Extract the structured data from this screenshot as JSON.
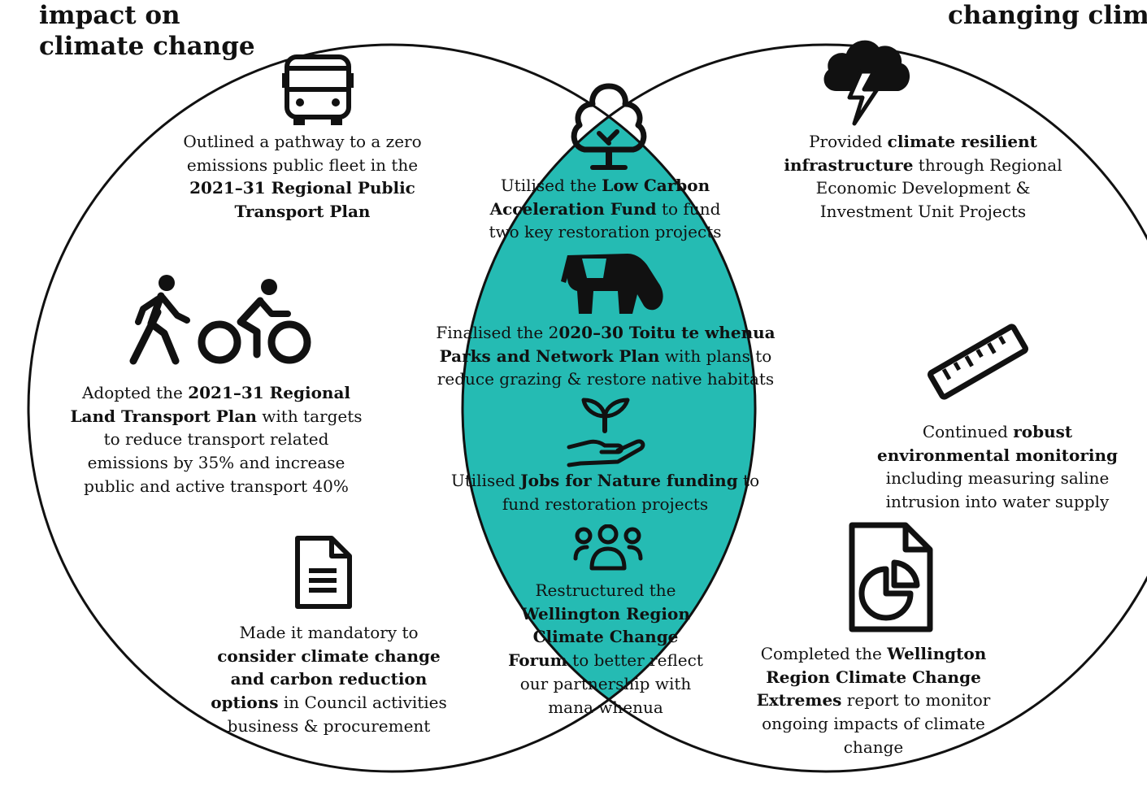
{
  "left_title": {
    "line1": "impact on",
    "line2": "climate change"
  },
  "right_title": {
    "line1": "changing clima"
  },
  "colors": {
    "overlap": "#25bbb3",
    "outline": "#111111",
    "background": "#ffffff"
  },
  "left_items": [
    {
      "icon": "bus-icon",
      "pre": "Outlined a pathway to a zero emissions public fleet in the ",
      "bold": "2021–31 Regional Public Transport Plan",
      "post": ""
    },
    {
      "icon": "walk-and-bike-icon",
      "pre": "Adopted the ",
      "bold": "2021–31 Regional Land Transport Plan",
      "post": " with targets to reduce transport related emissions by 35%  and increase public and active  transport 40%"
    },
    {
      "icon": "document-icon",
      "pre": "Made it mandatory to ",
      "bold": "consider climate change and carbon reduction options",
      "post": " in Council activities business & procurement"
    }
  ],
  "center_items": [
    {
      "icon": "tree-icon",
      "pre": "Utilised the ",
      "bold": "Low Carbon Acceleration Fund",
      "post": " to fund two key restoration projects"
    },
    {
      "icon": "cow-icon",
      "pre": "Finalised the 2",
      "bold": "020–30 Toitu te whenua Parks and Network Plan",
      "post": " with plans to reduce grazing & restore native habitats"
    },
    {
      "icon": "seedling-hand-icon",
      "pre": "Utilised ",
      "bold": "Jobs for Nature funding",
      "post": " to fund restoration projects"
    },
    {
      "icon": "people-group-icon",
      "pre": "Restructured the ",
      "bold": "Wellington Region Climate Change Forum",
      "post": " to better reflect our partnership with mana whenua"
    }
  ],
  "right_items": [
    {
      "icon": "storm-cloud-icon",
      "pre": "Provided ",
      "bold": "climate resilient infrastructure",
      "post": " through Regional Economic Development & Investment Unit Projects"
    },
    {
      "icon": "ruler-icon",
      "pre": "Continued ",
      "bold": "robust environmental monitoring",
      "post": " including measuring saline intrusion into water supply"
    },
    {
      "icon": "pie-chart-report-icon",
      "pre": "Completed the ",
      "bold": "Wellington Region Climate Change Extremes",
      "post": " report to monitor ongoing impacts of climate change"
    }
  ]
}
